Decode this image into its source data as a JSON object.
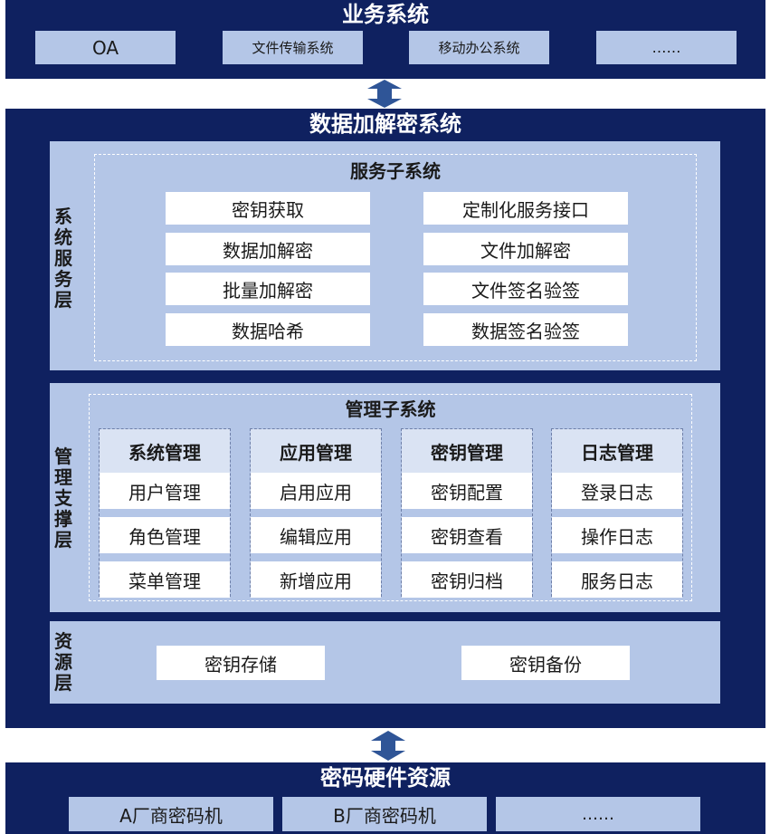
{
  "business": {
    "title": "业务系统",
    "items": [
      "OA",
      "文件传输系统",
      "移动办公系统",
      "……"
    ]
  },
  "crypto": {
    "title": "数据加解密系统",
    "service": {
      "side_label": "系统服务层",
      "title": "服务子系统",
      "items": [
        "密钥获取",
        "定制化服务接口",
        "数据加解密",
        "文件加解密",
        "批量加解密",
        "文件签名验签",
        "数据哈希",
        "数据签名验签"
      ]
    },
    "management": {
      "side_label": "管理支撑层",
      "title": "管理子系统",
      "columns": [
        {
          "title": "系统管理",
          "items": [
            "用户管理",
            "角色管理",
            "菜单管理"
          ]
        },
        {
          "title": "应用管理",
          "items": [
            "启用应用",
            "编辑应用",
            "新增应用"
          ]
        },
        {
          "title": "密钥管理",
          "items": [
            "密钥配置",
            "密钥查看",
            "密钥归档"
          ]
        },
        {
          "title": "日志管理",
          "items": [
            "登录日志",
            "操作日志",
            "服务日志"
          ]
        }
      ]
    },
    "resource": {
      "side_label": "资源层",
      "items": [
        "密钥存储",
        "密钥备份"
      ]
    }
  },
  "hardware": {
    "title": "密码硬件资源",
    "items": [
      "A厂商密码机",
      "B厂商密码机",
      "……"
    ]
  },
  "colors": {
    "navy": "#0f2160",
    "light_blue": "#b4c6e7",
    "arrow": "#2f5597"
  }
}
